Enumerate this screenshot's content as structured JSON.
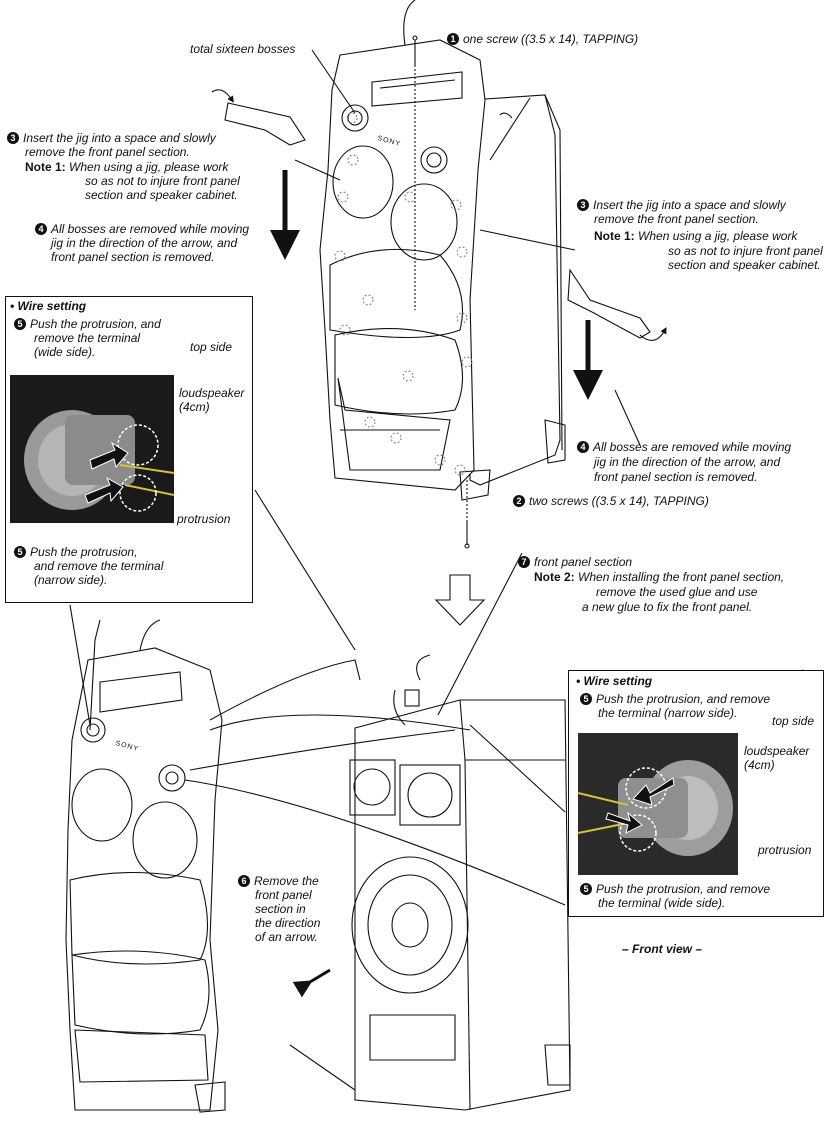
{
  "steps": {
    "s1": {
      "num": "1",
      "text": "one screw ((3.5 x 14), TAPPING)"
    },
    "s2": {
      "num": "2",
      "text": "two screws ((3.5 x 14), TAPPING)"
    },
    "s3": {
      "num": "3",
      "line1": "Insert the jig into a space and slowly",
      "line2": "remove the front panel section."
    },
    "note1": {
      "label": "Note 1:",
      "line1": "When using a jig, please work",
      "line2": "so as not to injure front panel",
      "line3": "section and speaker cabinet."
    },
    "s4": {
      "num": "4",
      "line1": "All bosses are removed while moving",
      "line2": "jig in the direction of the arrow, and",
      "line3": "front panel section is removed."
    },
    "s6": {
      "num": "6",
      "line1": "Remove the",
      "line2": "front panel",
      "line3": "section in",
      "line4": "the direction",
      "line5": "of an arrow."
    },
    "s7": {
      "num": "7",
      "text": "front panel section"
    },
    "note2": {
      "label": "Note 2:",
      "line1": "When installing the front panel section,",
      "line2": "remove the used glue and use",
      "line3": "a new glue to fix the front panel."
    }
  },
  "labels": {
    "bosses": "total sixteen bosses",
    "top_side": "top side",
    "loudspeaker": "loudspeaker",
    "loudspeaker_size": "(4cm)",
    "protrusion": "protrusion",
    "front_view": "– Front view –",
    "brand": "SONY"
  },
  "wire_left": {
    "title": "• Wire setting",
    "num": "5",
    "push_wide_1": "Push the protrusion, and",
    "push_wide_2": "remove the terminal",
    "push_wide_3": "(wide side).",
    "push_narrow_1": "Push the protrusion,",
    "push_narrow_2": "and remove the terminal",
    "push_narrow_3": "(narrow side)."
  },
  "wire_right": {
    "title": "• Wire setting",
    "num": "5",
    "push_narrow_1": "Push the protrusion, and remove",
    "push_narrow_2": "the terminal (narrow side).",
    "push_wide_1": "Push the protrusion, and remove",
    "push_wide_2": "the terminal (wide side)."
  },
  "colors": {
    "ink": "#111111",
    "boss": "#888888",
    "photo_bg": "#1a1a1a",
    "wire": "#d8c23a"
  }
}
